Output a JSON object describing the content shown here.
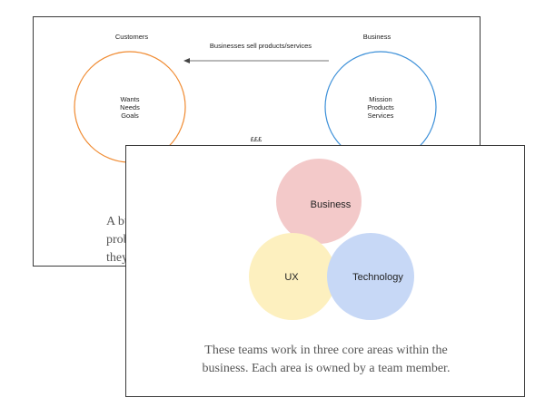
{
  "back_slide": {
    "customers_label": "Customers",
    "business_label": "Business",
    "arrow_label": "Businesses sell products/services",
    "customers_circle": [
      "Wants",
      "Needs",
      "Goals"
    ],
    "business_circle": [
      "Mission",
      "Products",
      "Services"
    ],
    "money_label": "£££",
    "caption_lines": [
      "A bu",
      "probl",
      "they"
    ],
    "colors": {
      "customers": "#f08a30",
      "business": "#3b8fd8",
      "arrow": "#444444"
    }
  },
  "front_slide": {
    "circles": [
      {
        "label": "Business",
        "color": "#f3c9c9"
      },
      {
        "label": "UX",
        "color": "#fdf0bf"
      },
      {
        "label": "Technology",
        "color": "#c7d8f6"
      }
    ],
    "caption_lines": [
      "These teams work in three core areas within the",
      "business. Each area is owned by a team member."
    ]
  }
}
